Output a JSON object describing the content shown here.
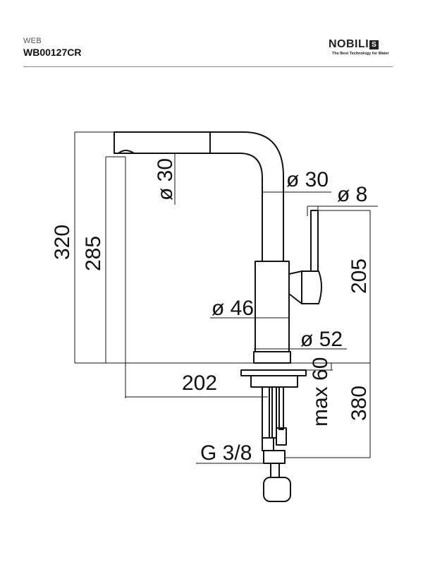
{
  "header": {
    "series": "WEB",
    "code": "WB00127CR",
    "brand_name": "NOBILI",
    "brand_mark": "S",
    "tagline": "The Best Technology for Water"
  },
  "dimensions": {
    "total_height": "320",
    "spout_height": "285",
    "spout_diameter": "ø 30",
    "body_pipe_diameter": "ø 30",
    "lever_diameter": "ø 8",
    "lever_height": "205",
    "body_diameter": "ø 46",
    "base_diameter": "ø 52",
    "deck_thickness": "max 60",
    "hose_length": "380",
    "reach": "202",
    "connection": "G 3/8"
  },
  "colors": {
    "line": "#111111",
    "rule": "#888888"
  }
}
